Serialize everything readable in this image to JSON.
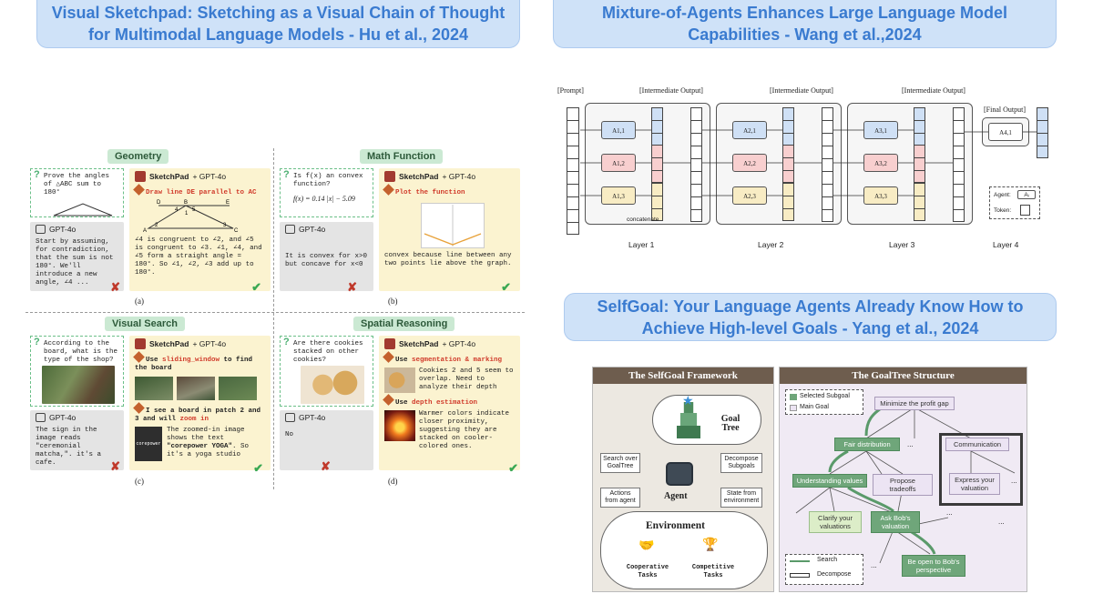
{
  "banners": {
    "sketchpad": {
      "line1": "Visual Sketchpad: Sketching as a Visual Chain of Thought",
      "line2": "for Multimodal Language Models - Hu et al., 2024"
    },
    "moa": {
      "line1": "Mixture-of-Agents Enhances Large Language Model",
      "line2": "Capabilities - Wang et al.,2024"
    },
    "selfgoal": {
      "line1": "SelfGoal: Your Language Agents Already Know How to",
      "line2": "Achieve High-level Goals - Yang et al., 2024"
    }
  },
  "sketchpad": {
    "sections": {
      "geometry": "Geometry",
      "math": "Math Function",
      "visual": "Visual Search",
      "spatial": "Spatial Reasoning"
    },
    "gpt_label": "GPT-4o",
    "sk_label_a": "SketchPad",
    "sk_label_b": "+ GPT-4o",
    "captions": {
      "a": "(a)",
      "b": "(b)",
      "c": "(c)",
      "d": "(d)"
    },
    "a": {
      "question": "Prove the angles of △ABC sum to 180°",
      "gpt_answer": "Start by assuming, for contradiction, that the sum is not 180°. We'll introduce a new angle, ∠4 ...",
      "sk_action": "Draw line DE parallel to AC",
      "sk_answer": "∠4 is congruent to ∠2, and ∠5 is congruent to ∠3. ∠1, ∠4, and ∠5 form a straight angle = 180°. So ∠1, ∠2, ∠3 add up to 180°.",
      "labels": {
        "d": "D",
        "b": "B",
        "e": "E",
        "a": "A",
        "c": "C",
        "n1": "1",
        "n2": "2",
        "n3": "3",
        "n4": "4",
        "n5": "5"
      }
    },
    "b": {
      "question": "Is f(x) an convex function?",
      "formula": "f(x) = 0.14 |x| − 5.09",
      "gpt_answer": "It is convex for x>0 but concave for x<0",
      "sk_action": "Plot the function",
      "sk_answer": "convex because line between any two points lie above the graph."
    },
    "c": {
      "question": "According to the board, what is the type of the shop?",
      "gpt_answer": "The sign in the image reads \"ceremonial matcha,\". it's a cafe.",
      "sk_action_pre": "Use ",
      "sk_action_tool": "sliding_window",
      "sk_action_post": " to find the board",
      "sk_step2_pre": "I see a board in patch 2 and 3 and will ",
      "sk_step2_tool": "zoom in",
      "sk_answer_pre": "The zoomed-in image shows the text ",
      "sk_answer_quote": "\"corepower YOGA\"",
      "sk_answer_post": ". So it's a yoga studio",
      "sign_text": "corepower"
    },
    "d": {
      "question": "Are there cookies stacked on other cookies?",
      "gpt_answer": "No",
      "sk_action_pre": "Use ",
      "sk_action_tool": "segmentation & marking",
      "sk_step1": "Cookies 2 and 5 seem to overlap. Need to analyze their depth",
      "sk_action2_pre": "Use ",
      "sk_action2_tool": "depth estimation",
      "sk_answer": "Warmer colors indicate closer proximity, suggesting they are stacked on cooler-colored ones."
    },
    "marks": {
      "x": "✘",
      "check": "✔",
      "q": "?"
    }
  },
  "moa": {
    "prompt": "[Prompt]",
    "intermediate": "[Intermediate Output]",
    "final": "[Final Output]",
    "concatenate": "concatenate",
    "layers": [
      "Layer 1",
      "Layer 2",
      "Layer 3",
      "Layer 4"
    ],
    "agents": {
      "l1": [
        "A1,1",
        "A1,2",
        "A1,3"
      ],
      "l2": [
        "A2,1",
        "A2,2",
        "A2,3"
      ],
      "l3": [
        "A3,1",
        "A3,2",
        "A3,3"
      ],
      "l4": "A4,1"
    },
    "legend": {
      "agent": "Agent:",
      "agent_sym": "Aᵢ",
      "token": "Token:"
    }
  },
  "selfgoal": {
    "framework_title": "The SelfGoal Framework",
    "goaltree_title": "The GoalTree Structure",
    "goal_tree": "Goal Tree",
    "search": "Search over GoalTree",
    "decompose": "Decompose Subgoals",
    "actions": "Actions from agent",
    "state": "State from environment",
    "agent": "Agent",
    "environment": "Environment",
    "coop": "Cooperative Tasks",
    "comp": "Competitive Tasks",
    "legend_selected": "Selected Subgoal",
    "legend_main": "Main Goal",
    "legend_search": "Search",
    "legend_decompose": "Decompose",
    "nodes": {
      "root": "Minimize the profit gap",
      "fair": "Fair distribution",
      "comm": "Communication",
      "understand": "Understanding values",
      "propose": "Propose tradeoffs",
      "express": "Express your valuation",
      "clarify": "Clarify your valuations",
      "ask": "Ask Bob's valuation",
      "open": "Be open to Bob's perspective"
    },
    "ellipsis": "..."
  }
}
